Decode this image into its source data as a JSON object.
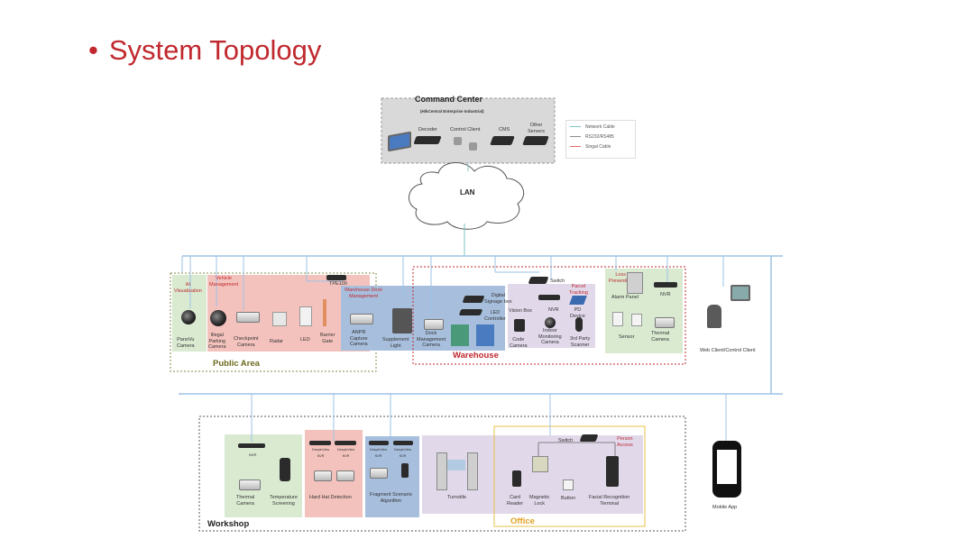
{
  "title": "System Topology",
  "command_center": {
    "title": "Command Center",
    "subtitle": "(HikCentral Enterprise Industrial)",
    "devices": [
      "Decoder",
      "Control Client",
      "CMS",
      "Other\nServers"
    ]
  },
  "legend": {
    "items": [
      {
        "label": "Network Cable",
        "color": "#7fc6c2"
      },
      {
        "label": "RS232/RS485",
        "color": "#8c8c8c"
      },
      {
        "label": "Singal Cable",
        "color": "#e07070"
      }
    ]
  },
  "lan": {
    "label": "LAN"
  },
  "public_area": {
    "title": "Public Area",
    "ai_visualization": "AI\nVisualization",
    "vehicle_management": "Vehicle\nManagement",
    "tpe100": "TPE100",
    "devices": [
      "PanoVu\nCamera",
      "Illegal\nParking\nCamera",
      "Checkpoint\nCamera",
      "Radar",
      "LED",
      "Barrier\nGate",
      "ANPR\nCapture\nCamera"
    ]
  },
  "warehouse": {
    "title": "Warehouse",
    "warehouse_dock": "Warehouse Dock\nManagement",
    "parcel_tracking": "Parcel\nTracking",
    "loss_prevention": "Loss\nPrevention",
    "devices": [
      "Supplement\nLight",
      "Dock\nManagement\nCamera",
      "Digital\nSignage box",
      "LED\nController",
      "Vision Box",
      "Switch",
      "NVR",
      "PD\nDevice",
      "Code\nCamera",
      "Indoor\nMonitoring\nCamera",
      "3rd Party\nScanner",
      "Alarm Panel",
      "NVR",
      "Sensor",
      "Thermal\nCamera"
    ]
  },
  "web_client": "Web Client/Control Client",
  "workshop": {
    "title": "Workshop",
    "devices": [
      "Thermal\nCamera",
      "Temperature\nScreening",
      "Hard Hat Detection",
      "Fragment Scenario\nAlgorithm",
      "Turnstile"
    ],
    "small_labels": [
      "NVR",
      "DeepinView\nNVR",
      "DeepinView\nNVR",
      "DeepinView\nNVR",
      "DeepinView\nNVR"
    ]
  },
  "office": {
    "title": "Office",
    "switch": "Switch",
    "person_access": "Person\nAccess",
    "devices": [
      "Card\nReader",
      "Magnetic\nLock",
      "Button",
      "Facial Recognition\nTerminal"
    ]
  },
  "mobile_app": "Mobile App"
}
